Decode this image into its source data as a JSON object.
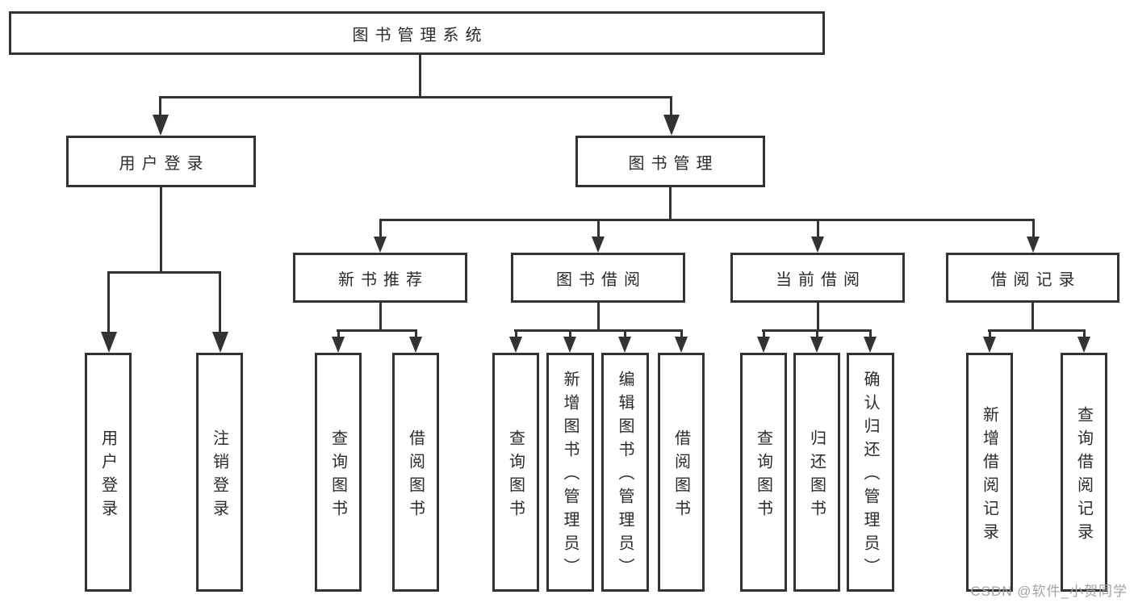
{
  "tree": {
    "label": "图书管理系统",
    "children": [
      {
        "label": "用户登录",
        "children": [
          {
            "label": "用户登录"
          },
          {
            "label": "注销登录"
          }
        ]
      },
      {
        "label": "图书管理",
        "children": [
          {
            "label": "新书推荐",
            "children": [
              {
                "label": "查询图书"
              },
              {
                "label": "借阅图书"
              }
            ]
          },
          {
            "label": "图书借阅",
            "children": [
              {
                "label": "查询图书"
              },
              {
                "label": "新增图书（管理员）"
              },
              {
                "label": "编辑图书（管理员）"
              },
              {
                "label": "借阅图书"
              }
            ]
          },
          {
            "label": "当前借阅",
            "children": [
              {
                "label": "查询图书"
              },
              {
                "label": "归还图书"
              },
              {
                "label": "确认归还（管理员）"
              }
            ]
          },
          {
            "label": "借阅记录",
            "children": [
              {
                "label": "新增借阅记录"
              },
              {
                "label": "查询借阅记录"
              }
            ]
          }
        ]
      }
    ]
  },
  "watermark": {
    "text": "CSDN @软件_小贺同学"
  },
  "colors": {
    "line": "#333333",
    "text": "#2b2b2b",
    "watermark": "#a3a3a9",
    "background": "#ffffff"
  }
}
